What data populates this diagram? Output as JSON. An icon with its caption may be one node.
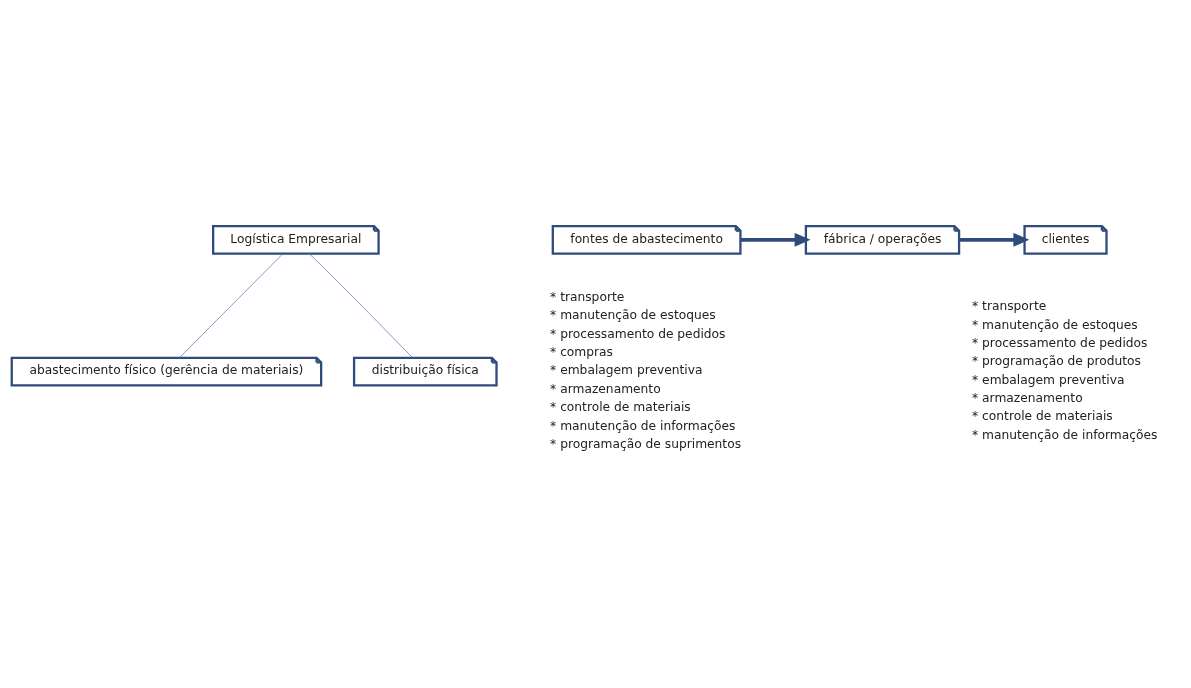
{
  "diagram": {
    "nodes": [
      {
        "text": [
          "Logística Empresarial"
        ]
      },
      {
        "text": [
          "abastecimento físico (gerência de materiais)"
        ]
      },
      {
        "text": [
          "distribuição física"
        ]
      },
      {
        "text": [
          "fontes de abastecimento"
        ],
        "beside": [
          "* transporte",
          "* manutenção de estoques",
          "* processamento de pedidos",
          "* compras",
          "* embalagem preventiva",
          "* armazenamento",
          "* controle de materiais",
          "* manutenção de informações",
          "* programação de suprimentos"
        ]
      },
      {
        "text": [
          "fábrica / operações"
        ]
      },
      {
        "text": [
          "clientes"
        ],
        "beside": [
          "* transporte",
          "* manutenção de estoques",
          "* processamento de pedidos",
          "* programação de produtos",
          "* embalagem preventiva",
          "* armazenamento",
          "* controle de materiais",
          "* manutenção de informações"
        ]
      }
    ],
    "edges": [
      {
        "from": 0,
        "to": 1,
        "arrow": "none"
      },
      {
        "from": 0,
        "to": 2,
        "arrow": "none"
      },
      {
        "from": 3,
        "to": 4,
        "arrow": "to",
        "style": "thick"
      },
      {
        "from": 4,
        "to": 5,
        "arrow": "to",
        "style": "thick"
      }
    ]
  }
}
